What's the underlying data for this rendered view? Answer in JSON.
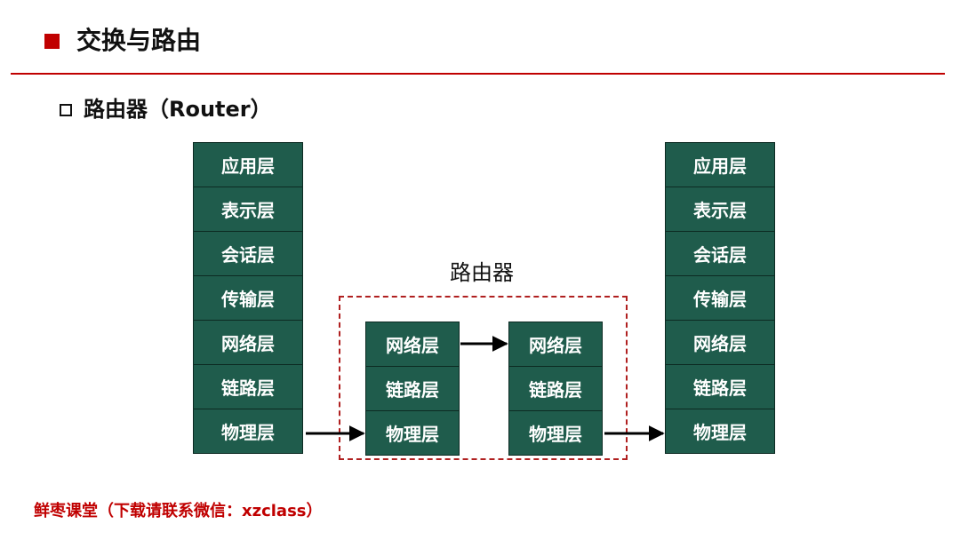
{
  "header": {
    "title": "交换与路由",
    "accent_color": "#c00000"
  },
  "section": {
    "subtitle": "路由器（Router）"
  },
  "diagram": {
    "left_host": [
      "应用层",
      "表示层",
      "会话层",
      "传输层",
      "网络层",
      "链路层",
      "物理层"
    ],
    "router_label": "路由器",
    "router_in": [
      "网络层",
      "链路层",
      "物理层"
    ],
    "router_out": [
      "网络层",
      "链路层",
      "物理层"
    ],
    "right_host": [
      "应用层",
      "表示层",
      "会话层",
      "传输层",
      "网络层",
      "链路层",
      "物理层"
    ],
    "layer_color": "#1f5c4c",
    "border_color": "#b02020"
  },
  "footer": {
    "text": "鲜枣课堂（下载请联系微信：xzclass）"
  }
}
